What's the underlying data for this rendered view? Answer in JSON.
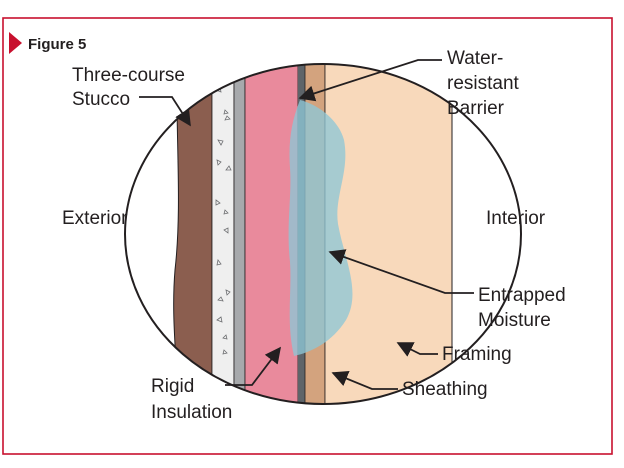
{
  "figure": {
    "label": "Figure 5",
    "accent_color": "#c8102e"
  },
  "sides": {
    "exterior": "Exterior",
    "interior": "Interior"
  },
  "labels": {
    "stucco_line1": "Three-course",
    "stucco_line2": "Stucco",
    "wrb_line1": "Water-",
    "wrb_line2": "resistant",
    "wrb_line3": "Barrier",
    "moisture_line1": "Entrapped",
    "moisture_line2": "Moisture",
    "framing": "Framing",
    "insulation_line1": "Rigid",
    "insulation_line2": "Insulation",
    "sheathing": "Sheathing"
  },
  "colors": {
    "stucco_brown": "#8b5e4f",
    "concrete_fill": "#efefef",
    "gray_layer": "#a7a9ac",
    "insulation_pink": "#e98a9c",
    "wrb_dark": "#5e6469",
    "sheathing_tan": "#d3a37e",
    "framing_peach": "#f8d9bb",
    "moisture_blue": "#8ec6d6"
  }
}
